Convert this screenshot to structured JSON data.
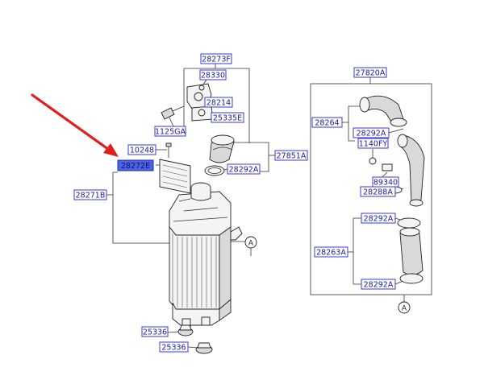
{
  "labels": {
    "p28273F": "28273F",
    "p28330": "28330",
    "p28214": "28214",
    "p1125GA": "1125GA",
    "p25335E": "25335E",
    "p10248": "10248",
    "p28272E": "28272E",
    "p28292A_left": "28292A",
    "p27851A": "27851A",
    "p28271B": "28271B",
    "p25336_top": "25336",
    "p25336_bottom": "25336",
    "p27820A": "27820A",
    "p28264": "28264",
    "p28292A_r1": "28292A",
    "p1140FY": "1140FY",
    "p89340": "89340",
    "p28288A": "28288A",
    "p28292A_r2": "28292A",
    "p28263A": "28263A",
    "p28292A_r3": "28292A",
    "ref_a_left": "A",
    "ref_a_right": "A"
  },
  "colors": {
    "label_text": "#1a1aa6",
    "label_border": "#3a3ad0",
    "highlight_fill": "#4a62e8",
    "arrow": "#e02020"
  },
  "highlighted_part": "28272E"
}
